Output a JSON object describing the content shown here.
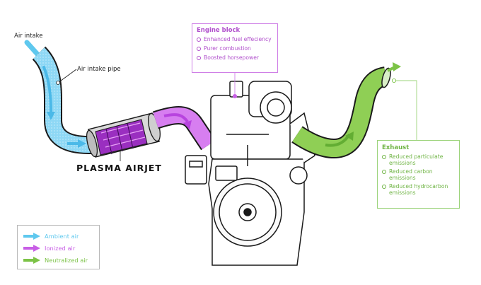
{
  "labels": {
    "air_intake": "Air intake",
    "air_intake_pipe": "Air intake pipe",
    "plasma_airjet": "PLASMA AIRJET"
  },
  "engine_block": {
    "title": "Engine block",
    "items": [
      "Enhanced fuel effeciency",
      "Purer combustion",
      "Boosted horsepower"
    ]
  },
  "exhaust": {
    "title": "Exhaust",
    "items": [
      "Reduced particulate emissions",
      "Reduced carbon emissions",
      "Reduced hydrocarbon emissions"
    ]
  },
  "legend": {
    "items": [
      {
        "label": "Ambient air",
        "color": "#5fc8ee"
      },
      {
        "label": "Ionized air",
        "color": "#c85ee6"
      },
      {
        "label": "Neutralized air",
        "color": "#7cc347"
      }
    ]
  },
  "colors": {
    "ambient": "#8ed8f5",
    "ionized": "#d77ef0",
    "neutralized": "#8fcf55",
    "outline": "#1a1a1a",
    "engine_box_border": "#cf7fe6",
    "exhaust_box_border": "#9bd37a"
  }
}
